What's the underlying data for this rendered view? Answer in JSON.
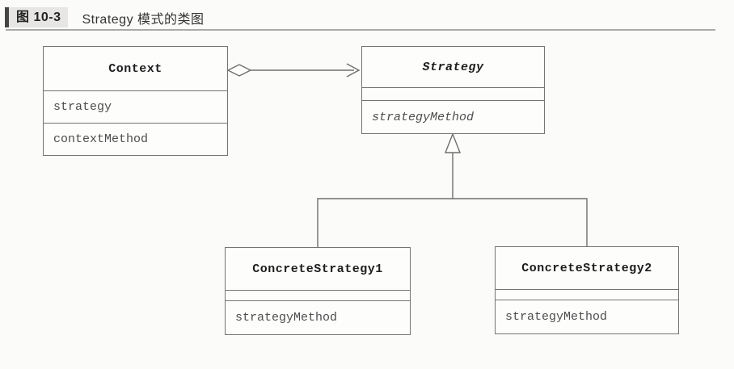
{
  "figure": {
    "label": "图 10-3",
    "title": "Strategy 模式的类图"
  },
  "diagram": {
    "type": "uml-class-diagram",
    "pattern": "Strategy",
    "classes": [
      {
        "id": "context",
        "name": "Context",
        "abstract": false,
        "attributes": [
          "strategy"
        ],
        "methods": [
          "contextMethod"
        ]
      },
      {
        "id": "strategy",
        "name": "Strategy",
        "abstract": true,
        "attributes": [],
        "methods": [
          "strategyMethod"
        ]
      },
      {
        "id": "concrete-strategy-1",
        "name": "ConcreteStrategy1",
        "abstract": false,
        "attributes": [],
        "methods": [
          "strategyMethod"
        ]
      },
      {
        "id": "concrete-strategy-2",
        "name": "ConcreteStrategy2",
        "abstract": false,
        "attributes": [],
        "methods": [
          "strategyMethod"
        ]
      }
    ],
    "relations": [
      {
        "from": "Context",
        "to": "Strategy",
        "type": "aggregation",
        "arrowhead": "open-arrow",
        "tail": "hollow-diamond"
      },
      {
        "from": "ConcreteStrategy1",
        "to": "Strategy",
        "type": "generalization",
        "arrowhead": "hollow-triangle"
      },
      {
        "from": "ConcreteStrategy2",
        "to": "Strategy",
        "type": "generalization",
        "arrowhead": "hollow-triangle"
      }
    ],
    "colors": {
      "page_background": "#fbfbf9",
      "box_background": "#fdfdfc",
      "box_border": "#767472",
      "line": "#6e6e6e",
      "header_text": "#1d1d1d",
      "member_text": "#4d4d4d",
      "caption_bar": "#454545",
      "caption_label_bg": "#e7e6e4",
      "caption_rule": "#a9a9a7"
    }
  }
}
